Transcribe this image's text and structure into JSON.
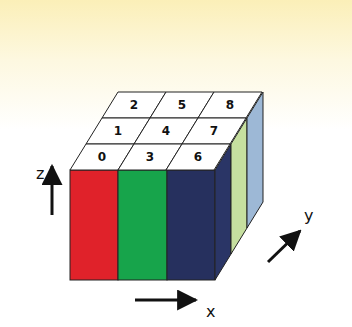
{
  "diagram": {
    "nodes": [
      {
        "text": [
          "2"
        ]
      },
      {
        "text": [
          "5"
        ]
      },
      {
        "text": [
          "8"
        ]
      },
      {
        "text": [
          "1"
        ]
      },
      {
        "text": [
          "4"
        ]
      },
      {
        "text": [
          "7"
        ]
      },
      {
        "text": [
          "0"
        ]
      },
      {
        "text": [
          "3"
        ]
      },
      {
        "text": [
          "6"
        ]
      }
    ],
    "labels": [
      "z",
      "x",
      "y"
    ]
  }
}
